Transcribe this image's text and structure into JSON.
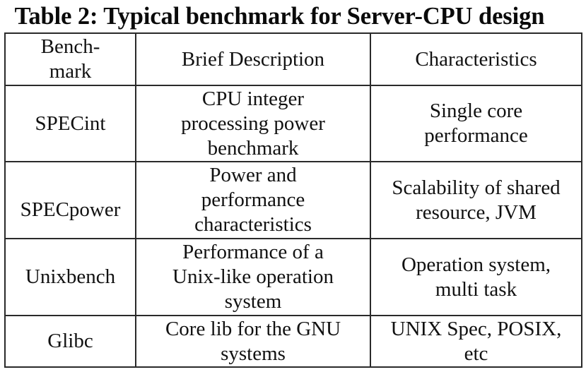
{
  "caption": "Table 2: Typical benchmark for Server-CPU design",
  "table": {
    "headers": [
      {
        "lines": [
          "Bench-",
          "mark"
        ]
      },
      {
        "lines": [
          "Brief Description"
        ]
      },
      {
        "lines": [
          "Characteristics"
        ]
      }
    ],
    "rows": [
      {
        "benchmark": {
          "lines": [
            "SPECint"
          ]
        },
        "description": {
          "lines": [
            "CPU integer",
            "processing power",
            "benchmark"
          ]
        },
        "characteristics": {
          "lines": [
            "Single core",
            "performance"
          ]
        }
      },
      {
        "benchmark": {
          "lines": [
            "SPECpower"
          ]
        },
        "description": {
          "lines": [
            "Power and",
            "performance",
            "characteristics"
          ]
        },
        "characteristics": {
          "lines": [
            "Scalability of shared",
            "resource, JVM"
          ]
        }
      },
      {
        "benchmark": {
          "lines": [
            "Unixbench"
          ]
        },
        "description": {
          "lines": [
            "Performance of a",
            "Unix-like operation",
            "system"
          ]
        },
        "characteristics": {
          "lines": [
            "Operation system,",
            "multi task"
          ]
        }
      },
      {
        "benchmark": {
          "lines": [
            "Glibc"
          ]
        },
        "description": {
          "lines": [
            "Core lib for the GNU",
            "systems"
          ]
        },
        "characteristics": {
          "lines": [
            "UNIX Spec, POSIX,",
            "etc"
          ]
        }
      }
    ]
  },
  "colors": {
    "text": "#111111",
    "border": "#2a2a2a",
    "background": "#ffffff"
  }
}
